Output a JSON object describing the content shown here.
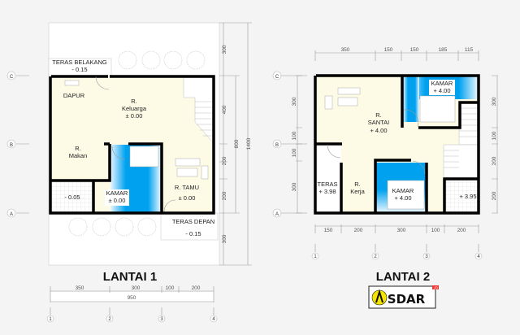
{
  "colors": {
    "room_fill": "#fdfbe6",
    "bedroom_fill": "#00a2f0",
    "wall": "#000000",
    "background": "#f4f4f4"
  },
  "lantai1": {
    "title": "LANTAI 1",
    "rooms": {
      "teras_belakang": "TERAS BELAKANG",
      "teras_belakang_lvl": "- 0.15",
      "dapur": "DAPUR",
      "keluarga_1": "R.",
      "keluarga_2": "Keluarga",
      "keluarga_lvl": "± 0.00",
      "makan_1": "R.",
      "makan_2": "Makan",
      "km_lvl": "- 0.05",
      "kamar": "KAMAR",
      "kamar_lvl": "± 0.00",
      "tamu": "R. TAMU",
      "tamu_lvl": "± 0.00",
      "teras_depan": "TERAS DEPAN",
      "teras_depan_lvl": "- 0.15"
    },
    "grid_rows": [
      "C",
      "B",
      "A"
    ],
    "grid_cols": [
      "1",
      "2",
      "3",
      "4"
    ],
    "dims_right": [
      "300",
      "400",
      "200",
      "200",
      "300"
    ],
    "dim_800": "800",
    "dim_1400": "1400",
    "dims_bottom": [
      "350",
      "300",
      "100",
      "200"
    ],
    "dim_total": "950"
  },
  "lantai2": {
    "title": "LANTAI 2",
    "rooms": {
      "santai_1": "R.",
      "santai_2": "SANTAI",
      "santai_lvl": "+ 4.00",
      "kamar_a": "KAMAR",
      "kamar_a_lvl": "+ 4.00",
      "teras": "TERAS",
      "teras_lvl": "+ 3.98",
      "kerja_1": "R.",
      "kerja_2": "Kerja",
      "kamar_b": "KAMAR",
      "kamar_b_lvl": "+ 4.00",
      "km_lvl": "+ 3.95"
    },
    "grid_rows": [
      "C",
      "B",
      "A"
    ],
    "grid_cols": [
      "1",
      "2",
      "3",
      "4"
    ],
    "dims_top": [
      "350",
      "150",
      "150",
      "185",
      "115"
    ],
    "dims_bottom": [
      "150",
      "200",
      "300",
      "100",
      "200"
    ],
    "dims_left": [
      "300",
      "100",
      "100",
      "300"
    ],
    "dims_right": [
      "300",
      "100",
      "200",
      "200"
    ]
  },
  "logo": {
    "text": "SDAR",
    "suffix": ".ID"
  }
}
